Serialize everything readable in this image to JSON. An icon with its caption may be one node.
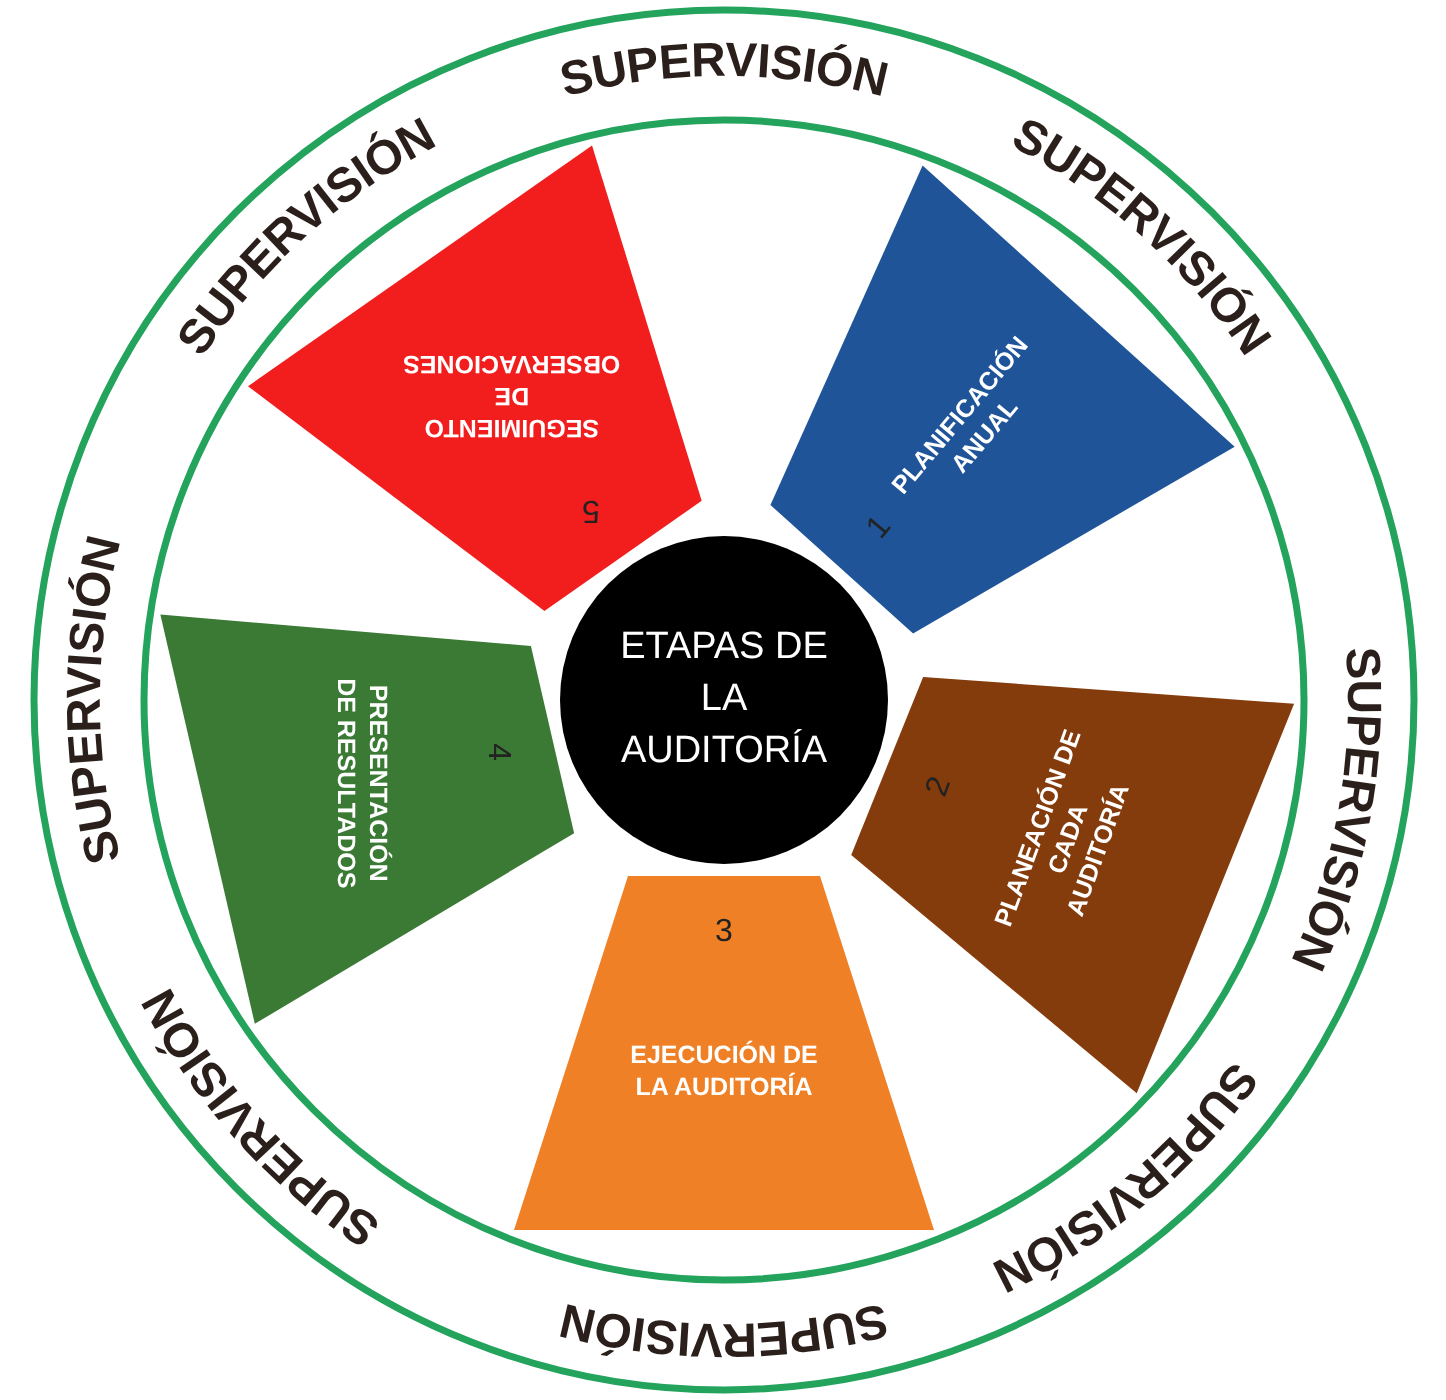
{
  "diagram": {
    "nodes": [
      {
        "text": [
          "SUPERVISIÓN",
          "SUPERVISIÓN",
          "SUPERVISIÓN",
          "SUPERVISIÓN",
          "SUPERVISIÓN",
          "SUPERVISIÓN",
          "SUPERVISIÓN",
          "SUPERVISIÓN"
        ]
      },
      {
        "text": [
          "ETAPAS DE LA AUDITORÍA"
        ],
        "in": 0
      },
      {
        "text": [
          "1",
          "PLANIFICACIÓN ANUAL"
        ],
        "in": 0
      },
      {
        "text": [
          "2",
          "PLANEACIÓN DE CADA AUDITORÍA"
        ],
        "in": 0
      },
      {
        "text": [
          "3",
          "EJECUCIÓN DE LA AUDITORÍA"
        ],
        "in": 0
      },
      {
        "text": [
          "4",
          "PRESENTACIÓN DE RESULTADOS"
        ],
        "in": 0
      },
      {
        "text": [
          "5",
          "SEGUIMIENTO DE OBSERVACIONES"
        ],
        "in": 0
      }
    ]
  }
}
